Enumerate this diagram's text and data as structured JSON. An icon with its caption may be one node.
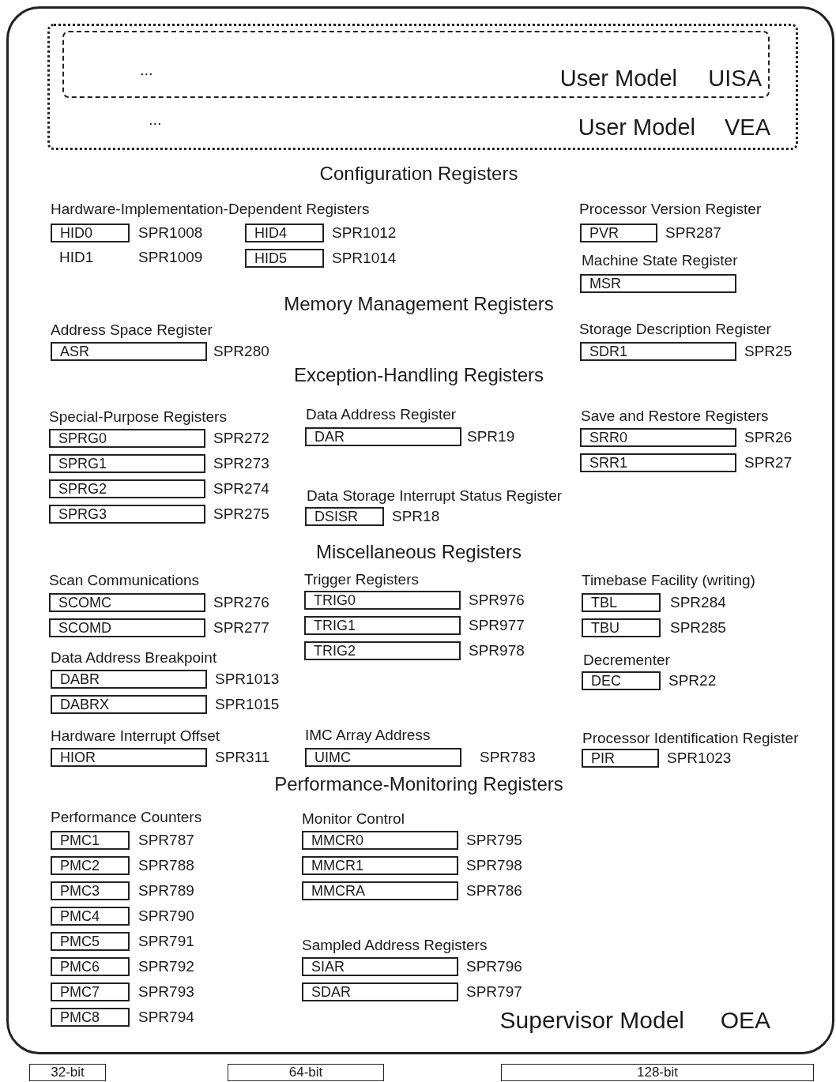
{
  "diagram": {
    "nodes": [
      {
        "text": [
          "Supervisor Model",
          "OEA"
        ]
      },
      {
        "text": [
          "...",
          "User Model",
          "VEA"
        ],
        "in": 0
      },
      {
        "text": [
          "...",
          "User Model",
          "UISA"
        ],
        "in": 1
      },
      {
        "text": [
          "HID0"
        ],
        "beside": [
          "SPR1008"
        ],
        "in": 0
      },
      {
        "text": [
          "HID4"
        ],
        "beside": [
          "SPR1012"
        ],
        "in": 0
      },
      {
        "text": [
          "PVR"
        ],
        "beside": [
          "SPR287"
        ],
        "in": 0
      },
      {
        "text": [
          "HID5"
        ],
        "beside": [
          "SPR1014"
        ],
        "in": 0
      },
      {
        "text": [
          "MSR"
        ],
        "in": 0
      },
      {
        "text": [
          "ASR"
        ],
        "beside": [
          "SPR280"
        ],
        "in": 0
      },
      {
        "text": [
          "SDR1"
        ],
        "beside": [
          "SPR25"
        ],
        "in": 0
      },
      {
        "text": [
          "SPRG0"
        ],
        "beside": [
          "SPR272"
        ],
        "in": 0
      },
      {
        "text": [
          "DAR"
        ],
        "beside": [
          "SPR19"
        ],
        "in": 0
      },
      {
        "text": [
          "SRR0"
        ],
        "beside": [
          "SPR26"
        ],
        "in": 0
      },
      {
        "text": [
          "SPRG1"
        ],
        "beside": [
          "SPR273"
        ],
        "in": 0
      },
      {
        "text": [
          "SRR1"
        ],
        "beside": [
          "SPR27"
        ],
        "in": 0
      },
      {
        "text": [
          "SPRG2"
        ],
        "beside": [
          "SPR274"
        ],
        "in": 0
      },
      {
        "text": [
          "SPRG3"
        ],
        "beside": [
          "SPR275"
        ],
        "in": 0
      },
      {
        "text": [
          "DSISR"
        ],
        "beside": [
          "SPR18"
        ],
        "in": 0
      },
      {
        "text": [
          "SCOMC"
        ],
        "beside": [
          "SPR276"
        ],
        "in": 0
      },
      {
        "text": [
          "TRIG0"
        ],
        "beside": [
          "SPR976"
        ],
        "in": 0
      },
      {
        "text": [
          "TBL"
        ],
        "beside": [
          "SPR284"
        ],
        "in": 0
      },
      {
        "text": [
          "SCOMD"
        ],
        "beside": [
          "SPR277"
        ],
        "in": 0
      },
      {
        "text": [
          "TRIG1"
        ],
        "beside": [
          "SPR977"
        ],
        "in": 0
      },
      {
        "text": [
          "TBU"
        ],
        "beside": [
          "SPR285"
        ],
        "in": 0
      },
      {
        "text": [
          "TRIG2"
        ],
        "beside": [
          "SPR978"
        ],
        "in": 0
      },
      {
        "text": [
          "DABR"
        ],
        "beside": [
          "SPR1013"
        ],
        "in": 0
      },
      {
        "text": [
          "DEC"
        ],
        "beside": [
          "SPR22"
        ],
        "in": 0
      },
      {
        "text": [
          "DABRX"
        ],
        "beside": [
          "SPR1015"
        ],
        "in": 0
      },
      {
        "text": [
          "HIOR"
        ],
        "beside": [
          "SPR311"
        ],
        "in": 0
      },
      {
        "text": [
          "UIMC"
        ],
        "beside": [
          "SPR783"
        ],
        "in": 0
      },
      {
        "text": [
          "PIR"
        ],
        "beside": [
          "SPR1023"
        ],
        "in": 0
      },
      {
        "text": [
          "PMC1"
        ],
        "beside": [
          "SPR787"
        ],
        "in": 0
      },
      {
        "text": [
          "PMC2"
        ],
        "beside": [
          "SPR788"
        ],
        "in": 0
      },
      {
        "text": [
          "PMC3"
        ],
        "beside": [
          "SPR789"
        ],
        "in": 0
      },
      {
        "text": [
          "PMC4"
        ],
        "beside": [
          "SPR790"
        ],
        "in": 0
      },
      {
        "text": [
          "PMC5"
        ],
        "beside": [
          "SPR791"
        ],
        "in": 0
      },
      {
        "text": [
          "PMC6"
        ],
        "beside": [
          "SPR792"
        ],
        "in": 0
      },
      {
        "text": [
          "PMC7"
        ],
        "beside": [
          "SPR793"
        ],
        "in": 0
      },
      {
        "text": [
          "PMC8"
        ],
        "beside": [
          "SPR794"
        ],
        "in": 0
      },
      {
        "text": [
          "MMCR0"
        ],
        "beside": [
          "SPR795"
        ],
        "in": 0
      },
      {
        "text": [
          "MMCR1"
        ],
        "beside": [
          "SPR798"
        ],
        "in": 0
      },
      {
        "text": [
          "MMCRA"
        ],
        "beside": [
          "SPR786"
        ],
        "in": 0
      },
      {
        "text": [
          "SIAR"
        ],
        "beside": [
          "SPR796"
        ],
        "in": 0
      },
      {
        "text": [
          "SDAR"
        ],
        "beside": [
          "SPR797"
        ],
        "in": 0
      },
      {
        "text": [
          "32-bit"
        ]
      },
      {
        "text": [
          "64-bit"
        ]
      },
      {
        "text": [
          "128-bit"
        ]
      }
    ],
    "labels": [
      "Configuration Registers",
      "Hardware-Implementation-Dependent Registers",
      "Processor Version Register",
      "HID1",
      "SPR1009",
      "Machine State Register",
      "Memory Management Registers",
      "Address Space Register",
      "Storage Description Register",
      "Exception-Handling Registers",
      "Special-Purpose Registers",
      "Data Address Register",
      "Save and Restore Registers",
      "Data Storage Interrupt Status Register",
      "Miscellaneous Registers",
      "Scan Communications",
      "Trigger Registers",
      "Timebase Facility (writing)",
      "Data Address Breakpoint",
      "Decrementer",
      "Hardware Interrupt Offset",
      "IMC Array Address",
      "Processor Identification Register",
      "Performance-Monitoring Registers",
      "Performance Counters",
      "Monitor Control",
      "Sampled Address Registers"
    ]
  }
}
